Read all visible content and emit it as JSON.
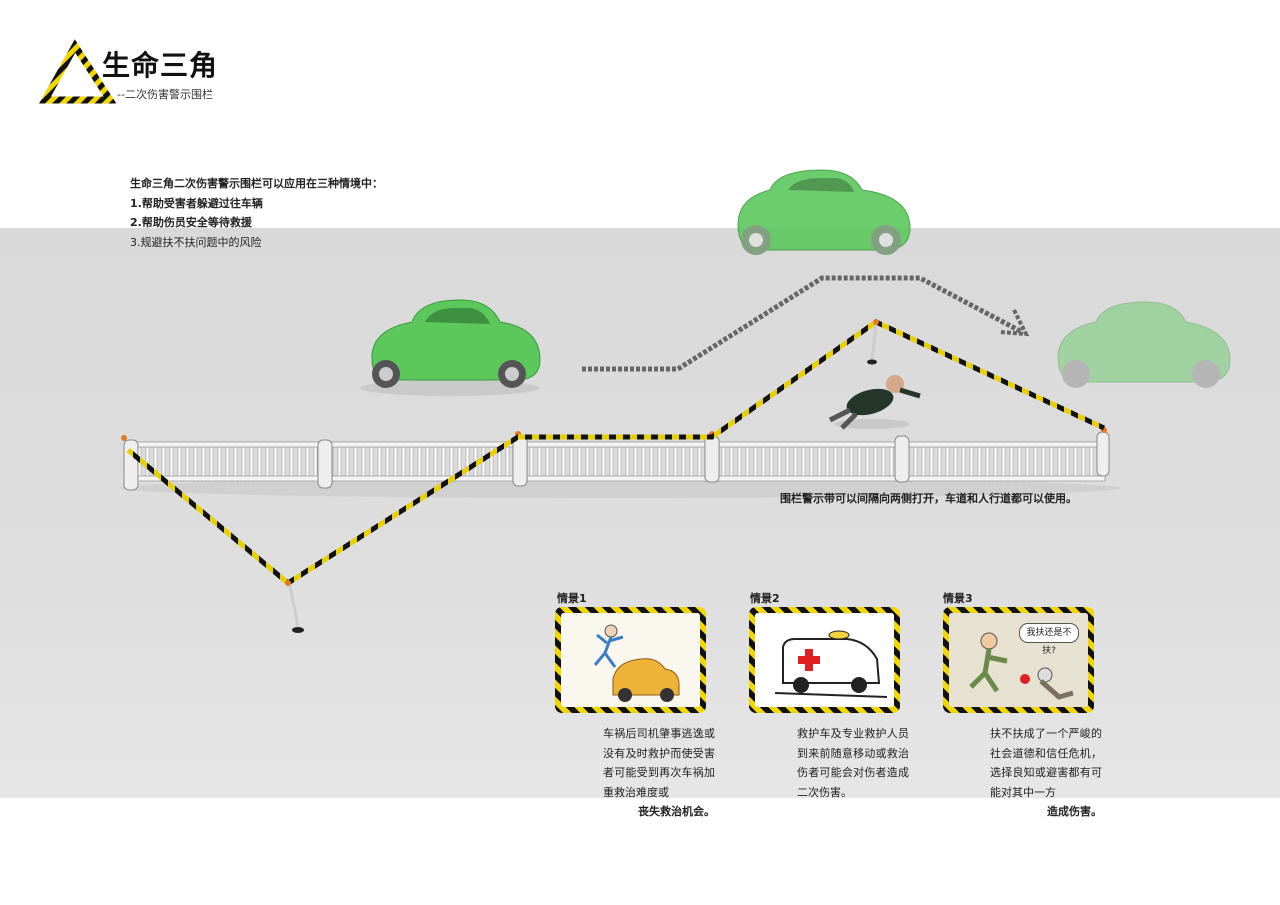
{
  "header": {
    "title": "生命三角",
    "subtitle": "--二次伤害警示围栏"
  },
  "intro": {
    "heading": "生命三角二次伤害警示围栏可以应用在三种情境中：",
    "items": [
      "1.帮助受害者躲避过往车辆",
      "2.帮助伤员安全等待救援",
      "3.规避扶不扶问题中的风险"
    ]
  },
  "fence_caption": "围栏警示带可以间隔向两侧打开，车道和人行道都可以使用。",
  "scenarios": [
    {
      "label": "情景1",
      "text": "车祸后司机肇事逃逸或没有及时救护而使受害者可能受到再次车祸加重救治难度或",
      "end": "丧失救治机会。"
    },
    {
      "label": "情景2",
      "text": "救护车及专业救护人员到来前随意移动或救治伤者可能会对伤者造成二次伤害。",
      "end": ""
    },
    {
      "label": "情景3",
      "text": "扶不扶成了一个严峻的社会道德和信任危机，选择良知或避害都有可能对其中一方",
      "end": "造成伤害。",
      "bubble": "我扶还是不扶?"
    }
  ],
  "colors": {
    "accent_yellow": "#f2d600",
    "tape_black": "#111111",
    "car_green": "#5cc85c",
    "floor_gray": "#dcdcdc"
  }
}
